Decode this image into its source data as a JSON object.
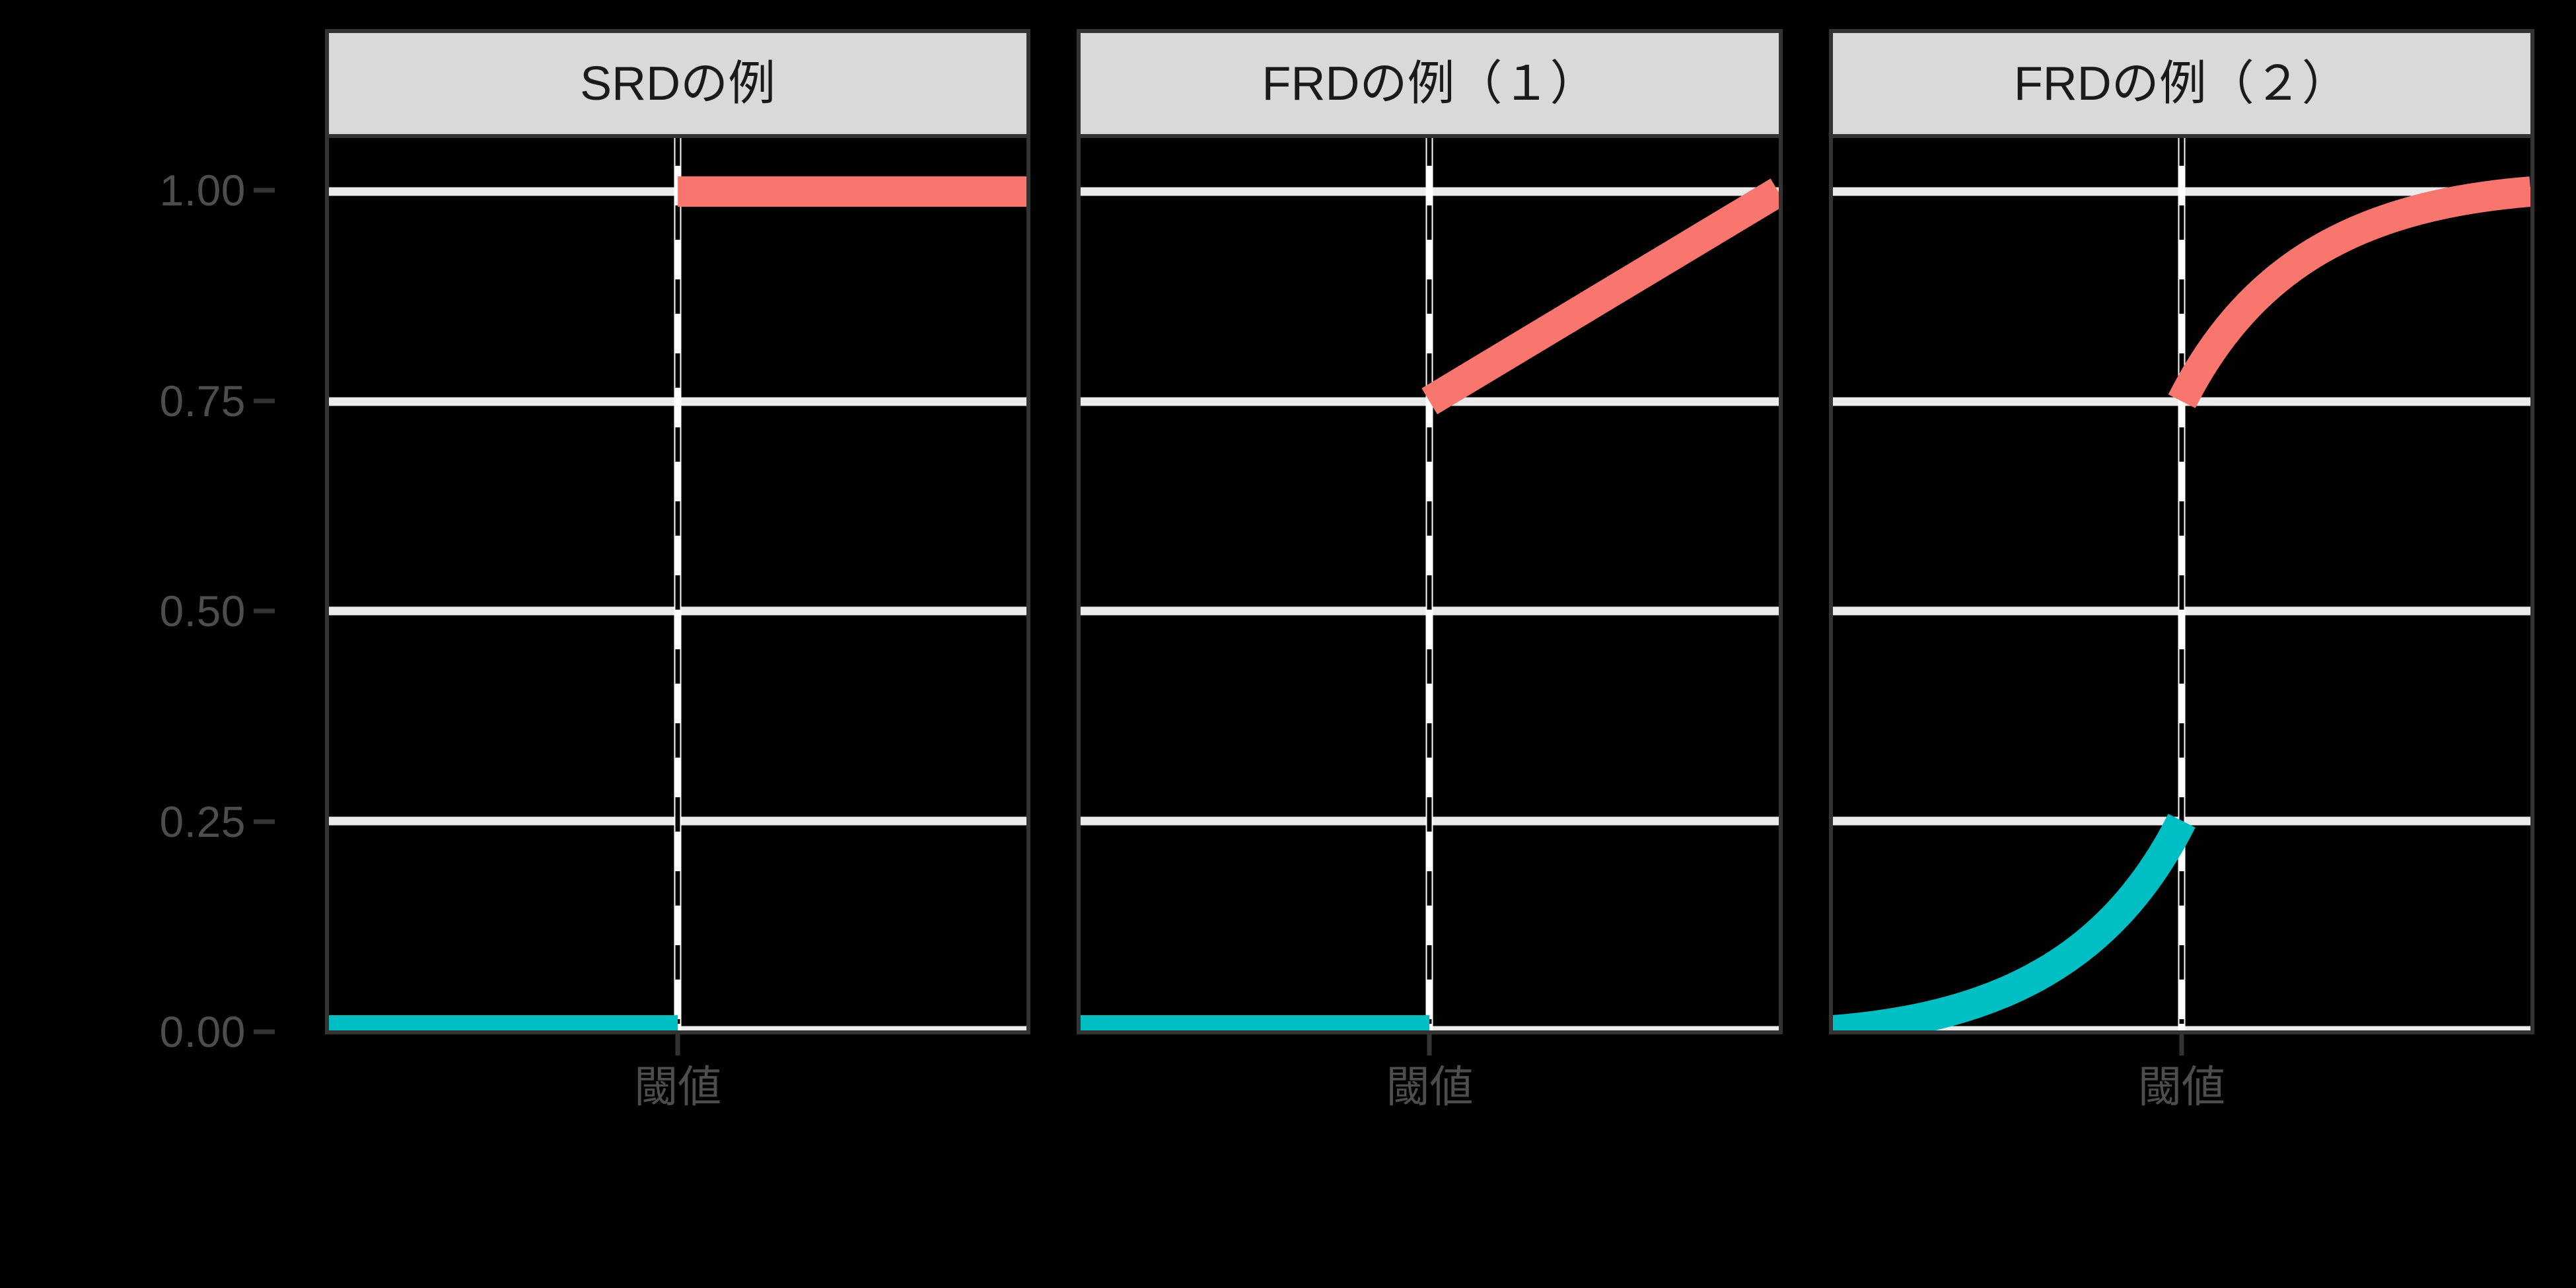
{
  "chart_data": {
    "type": "line",
    "title": "",
    "subtitle": "",
    "xlabel": "",
    "ylabel": "",
    "ylim": [
      -0.08,
      1.08
    ],
    "xlim": [
      0,
      1
    ],
    "grid": true,
    "legend_position": "none",
    "y_ticks": [
      "1.00",
      "0.75",
      "0.50",
      "0.25",
      "0.00"
    ],
    "y_tick_values": [
      1.0,
      0.75,
      0.5,
      0.25,
      0.0
    ],
    "y_minor_values": [
      0.875,
      0.625,
      0.375,
      0.125
    ],
    "x_ticks": [
      "閾値"
    ],
    "x_tick_values": [
      0.5
    ],
    "threshold_x": 0.5,
    "colors": {
      "series_red": "#F8766D",
      "series_cyan": "#00BFC4",
      "panel_background": "#000000",
      "gridline": "#EBEBEB",
      "strip_background": "#D9D9D9",
      "strip_text": "#1A1A1A",
      "axis_text": "#4D4D4D",
      "border": "#333333",
      "threshold_line": "#FFFFFF",
      "figure_background": "#000000"
    },
    "panels": [
      {
        "label": "SRDの例",
        "series": [
          {
            "name": "upper",
            "color": "#F8766D",
            "shape": "flat",
            "x": [
              0.5,
              1.0
            ],
            "y": [
              1.0,
              1.0
            ]
          },
          {
            "name": "lower",
            "color": "#00BFC4",
            "shape": "flat",
            "x": [
              0.0,
              0.5
            ],
            "y": [
              0.0,
              0.0
            ]
          }
        ]
      },
      {
        "label": "FRDの例（１）",
        "series": [
          {
            "name": "upper",
            "color": "#F8766D",
            "shape": "linear",
            "x": [
              0.5,
              1.0
            ],
            "y": [
              0.75,
              1.0
            ]
          },
          {
            "name": "lower",
            "color": "#00BFC4",
            "shape": "flat",
            "x": [
              0.0,
              0.5
            ],
            "y": [
              0.0,
              0.0
            ]
          }
        ]
      },
      {
        "label": "FRDの例（２）",
        "series": [
          {
            "name": "upper",
            "color": "#F8766D",
            "shape": "concave",
            "x": [
              0.5,
              0.625,
              0.75,
              0.875,
              1.0
            ],
            "y": [
              0.75,
              0.895,
              0.955,
              0.985,
              1.0
            ]
          },
          {
            "name": "lower",
            "color": "#00BFC4",
            "shape": "convex",
            "x": [
              0.0,
              0.125,
              0.25,
              0.375,
              0.5
            ],
            "y": [
              0.0,
              0.015,
              0.045,
              0.105,
              0.25
            ]
          }
        ]
      }
    ]
  }
}
